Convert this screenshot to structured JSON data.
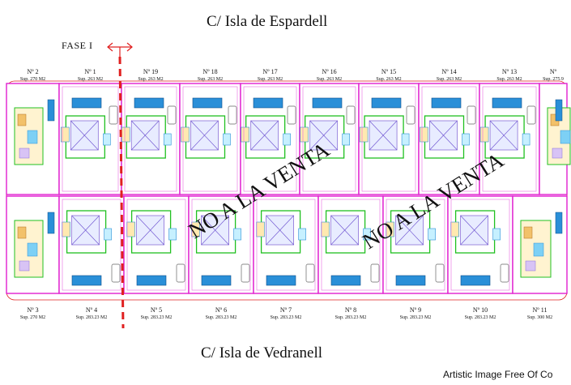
{
  "streets": {
    "top": "C/ Isla de Espardell",
    "bottom": "C/ Isla de Vedranell"
  },
  "phase_label": "FASE I",
  "watermark": "NO A LA VENTA",
  "footer_note": "Artistic Image Free Of Co",
  "colors": {
    "wall": "#e020d0",
    "bbq": "#20c020",
    "pool": "#2a8fd8",
    "phase_line": "#e02020",
    "floor": "#ffe9b0"
  },
  "plots_top": [
    {
      "no": "Nº 2",
      "sup": "Sup. 270 M2",
      "kind": "corner"
    },
    {
      "no": "Nº 1",
      "sup": "Sup. 263 M2",
      "kind": "std"
    },
    {
      "no": "Nº 19",
      "sup": "Sup. 263 M2",
      "kind": "std"
    },
    {
      "no": "Nº 18",
      "sup": "Sup. 263 M2",
      "kind": "std"
    },
    {
      "no": "Nº 17",
      "sup": "Sup. 263 M2",
      "kind": "std"
    },
    {
      "no": "Nº 16",
      "sup": "Sup. 263 M2",
      "kind": "std"
    },
    {
      "no": "Nº 15",
      "sup": "Sup. 263 M2",
      "kind": "std"
    },
    {
      "no": "Nº 14",
      "sup": "Sup. 263 M2",
      "kind": "std"
    },
    {
      "no": "Nº 13",
      "sup": "Sup. 263 M2",
      "kind": "std"
    },
    {
      "no": "Nº",
      "sup": "Sup. 275.9",
      "kind": "corner"
    }
  ],
  "plots_bottom": [
    {
      "no": "Nº 3",
      "sup": "Sup. 270 M2",
      "kind": "corner"
    },
    {
      "no": "Nº 4",
      "sup": "Sup. 283.23 M2",
      "kind": "std"
    },
    {
      "no": "Nº 5",
      "sup": "Sup. 283.23 M2",
      "kind": "std"
    },
    {
      "no": "Nº 6",
      "sup": "Sup. 283.23 M2",
      "kind": "std"
    },
    {
      "no": "Nº 7",
      "sup": "Sup. 283.23 M2",
      "kind": "std"
    },
    {
      "no": "Nº 8",
      "sup": "Sup. 283.23 M2",
      "kind": "std"
    },
    {
      "no": "Nº 9",
      "sup": "Sup. 283.23 M2",
      "kind": "std"
    },
    {
      "no": "Nº 10",
      "sup": "Sup. 283.23 M2",
      "kind": "std"
    },
    {
      "no": "Nº 11",
      "sup": "Sup. 300 M2",
      "kind": "corner"
    }
  ]
}
